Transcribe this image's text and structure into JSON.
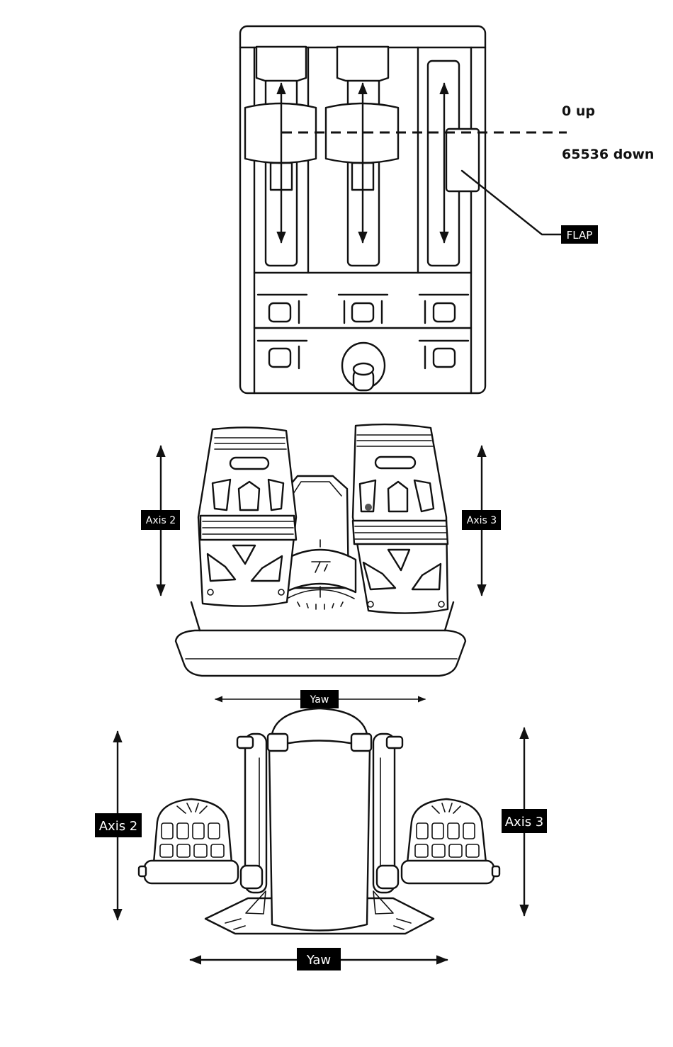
{
  "throttle": {
    "zero_label": "0 up",
    "max_label": "65536 down",
    "flap_label": "FLAP"
  },
  "pedals_front": {
    "left_axis_label": "Axis 2",
    "right_axis_label": "Axis 3",
    "yaw_label": "Yaw"
  },
  "pedals_top": {
    "left_axis_label": "Axis 2",
    "right_axis_label": "Axis 3",
    "yaw_label": "Yaw"
  }
}
